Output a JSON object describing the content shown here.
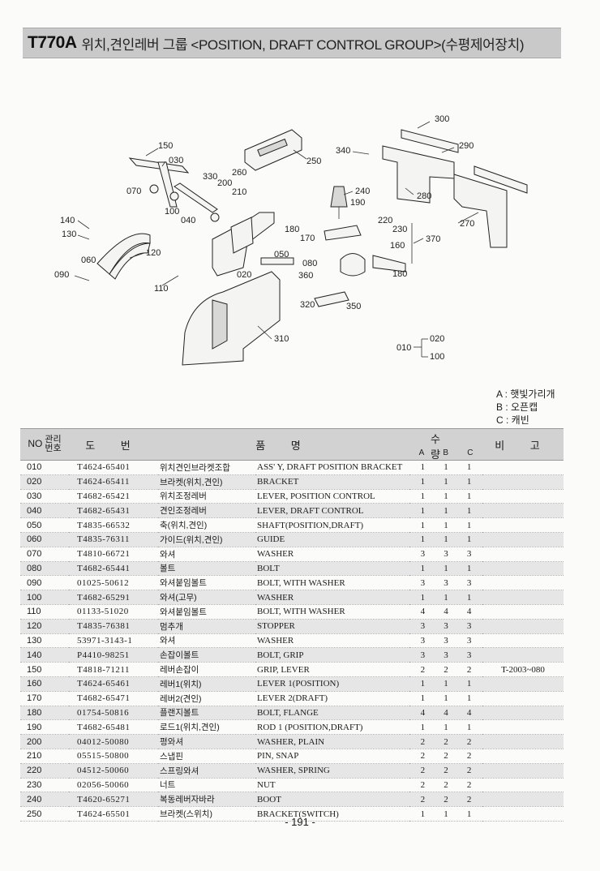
{
  "header": {
    "model": "T770A",
    "title": "위치,견인레버 그룹 <POSITION, DRAFT CONTROL GROUP>(수평제어장치)"
  },
  "diagram": {
    "callouts": [
      "300",
      "290",
      "150",
      "030",
      "340",
      "250",
      "330",
      "200",
      "260",
      "210",
      "070",
      "240",
      "190",
      "280",
      "100",
      "040",
      "270",
      "140",
      "130",
      "220",
      "230",
      "180",
      "370",
      "170",
      "160",
      "120",
      "060",
      "050",
      "080",
      "090",
      "360",
      "180",
      "020",
      "110",
      "320",
      "350",
      "310",
      "020",
      "010",
      "100"
    ]
  },
  "legend": [
    "A : 햇빛가리개",
    "B : 오픈캡",
    "C : 캐빈"
  ],
  "table": {
    "headers": {
      "no": "NO",
      "gwanri": "관리",
      "beonho": "번호",
      "dobeon": "도 번",
      "pummyeong": "품 명",
      "su_ryang": "수 량",
      "a": "A",
      "b": "B",
      "c": "C",
      "bigo": "비 고"
    },
    "rows": [
      {
        "no": "010",
        "code": "T4624-65401",
        "kr": "위치견인브라켓조합",
        "en": "ASS' Y, DRAFT POSITION BRACKET",
        "a": "1",
        "b": "1",
        "c": "1",
        "remark": ""
      },
      {
        "no": "020",
        "code": "T4624-65411",
        "kr": "브라켓(위치,견인)",
        "en": "BRACKET",
        "a": "1",
        "b": "1",
        "c": "1",
        "remark": ""
      },
      {
        "no": "030",
        "code": "T4682-65421",
        "kr": "위치조정레버",
        "en": "LEVER, POSITION CONTROL",
        "a": "1",
        "b": "1",
        "c": "1",
        "remark": ""
      },
      {
        "no": "040",
        "code": "T4682-65431",
        "kr": "견인조정레버",
        "en": "LEVER, DRAFT CONTROL",
        "a": "1",
        "b": "1",
        "c": "1",
        "remark": ""
      },
      {
        "no": "050",
        "code": "T4835-66532",
        "kr": "축(위치,견인)",
        "en": "SHAFT(POSITION,DRAFT)",
        "a": "1",
        "b": "1",
        "c": "1",
        "remark": ""
      },
      {
        "no": "060",
        "code": "T4835-76311",
        "kr": "가이드(위치,견인)",
        "en": "GUIDE",
        "a": "1",
        "b": "1",
        "c": "1",
        "remark": ""
      },
      {
        "no": "070",
        "code": "T4810-66721",
        "kr": "와셔",
        "en": "WASHER",
        "a": "3",
        "b": "3",
        "c": "3",
        "remark": ""
      },
      {
        "no": "080",
        "code": "T4682-65441",
        "kr": "볼트",
        "en": "BOLT",
        "a": "1",
        "b": "1",
        "c": "1",
        "remark": ""
      },
      {
        "no": "090",
        "code": "01025-50612",
        "kr": "와셔붙임볼트",
        "en": "BOLT, WITH WASHER",
        "a": "3",
        "b": "3",
        "c": "3",
        "remark": ""
      },
      {
        "no": "100",
        "code": "T4682-65291",
        "kr": "와셔(고무)",
        "en": "WASHER",
        "a": "1",
        "b": "1",
        "c": "1",
        "remark": ""
      },
      {
        "no": "110",
        "code": "01133-51020",
        "kr": "와셔붙임볼트",
        "en": "BOLT, WITH WASHER",
        "a": "4",
        "b": "4",
        "c": "4",
        "remark": ""
      },
      {
        "no": "120",
        "code": "T4835-76381",
        "kr": "멈추개",
        "en": "STOPPER",
        "a": "3",
        "b": "3",
        "c": "3",
        "remark": ""
      },
      {
        "no": "130",
        "code": "53971-3143-1",
        "kr": "와셔",
        "en": "WASHER",
        "a": "3",
        "b": "3",
        "c": "3",
        "remark": ""
      },
      {
        "no": "140",
        "code": "P4410-98251",
        "kr": "손잡이볼트",
        "en": "BOLT, GRIP",
        "a": "3",
        "b": "3",
        "c": "3",
        "remark": ""
      },
      {
        "no": "150",
        "code": "T4818-71211",
        "kr": "레버손잡이",
        "en": "GRIP, LEVER",
        "a": "2",
        "b": "2",
        "c": "2",
        "remark": "T-2003~080"
      },
      {
        "no": "160",
        "code": "T4624-65461",
        "kr": "레버1(위치)",
        "en": "LEVER 1(POSITION)",
        "a": "1",
        "b": "1",
        "c": "1",
        "remark": ""
      },
      {
        "no": "170",
        "code": "T4682-65471",
        "kr": "레버2(견인)",
        "en": "LEVER 2(DRAFT)",
        "a": "1",
        "b": "1",
        "c": "1",
        "remark": ""
      },
      {
        "no": "180",
        "code": "01754-50816",
        "kr": "플랜지볼트",
        "en": "BOLT, FLANGE",
        "a": "4",
        "b": "4",
        "c": "4",
        "remark": ""
      },
      {
        "no": "190",
        "code": "T4682-65481",
        "kr": "로드1(위치,견인)",
        "en": "ROD 1 (POSITION,DRAFT)",
        "a": "1",
        "b": "1",
        "c": "1",
        "remark": ""
      },
      {
        "no": "200",
        "code": "04012-50080",
        "kr": "평와셔",
        "en": "WASHER, PLAIN",
        "a": "2",
        "b": "2",
        "c": "2",
        "remark": ""
      },
      {
        "no": "210",
        "code": "05515-50800",
        "kr": "스냅핀",
        "en": "PIN, SNAP",
        "a": "2",
        "b": "2",
        "c": "2",
        "remark": ""
      },
      {
        "no": "220",
        "code": "04512-50060",
        "kr": "스프링와셔",
        "en": "WASHER, SPRING",
        "a": "2",
        "b": "2",
        "c": "2",
        "remark": ""
      },
      {
        "no": "230",
        "code": "02056-50060",
        "kr": "너트",
        "en": "NUT",
        "a": "2",
        "b": "2",
        "c": "2",
        "remark": ""
      },
      {
        "no": "240",
        "code": "T4620-65271",
        "kr": "복동레버자바라",
        "en": "BOOT",
        "a": "2",
        "b": "2",
        "c": "2",
        "remark": ""
      },
      {
        "no": "250",
        "code": "T4624-65501",
        "kr": "브라켓(스위치)",
        "en": "BRACKET(SWITCH)",
        "a": "1",
        "b": "1",
        "c": "1",
        "remark": ""
      }
    ]
  },
  "footer": {
    "page": "- 191 -"
  }
}
